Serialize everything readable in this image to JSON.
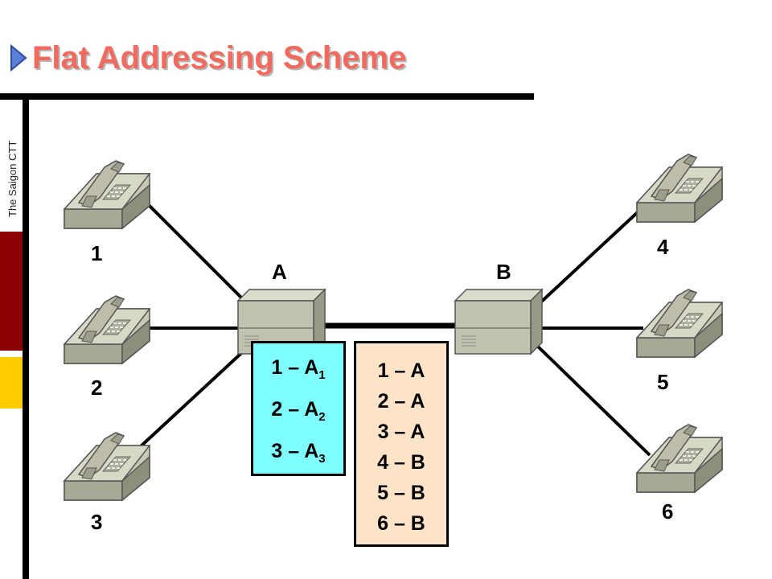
{
  "title": "Flat Addressing Scheme",
  "side_label": "The Saigon CTT",
  "phones": {
    "p1": "1",
    "p2": "2",
    "p3": "3",
    "p4": "4",
    "p5": "5",
    "p6": "6"
  },
  "switches": {
    "a": "A",
    "b": "B"
  },
  "table_a": [
    {
      "num": "1",
      "sep": " – ",
      "name": "A",
      "sub": "1"
    },
    {
      "num": "2",
      "sep": " – ",
      "name": "A",
      "sub": "2"
    },
    {
      "num": "3",
      "sep": " – ",
      "name": "A",
      "sub": "3"
    }
  ],
  "table_b": [
    "1 – A",
    "2 – A",
    "3 – A",
    "4 – B",
    "5 – B",
    "6 – B"
  ],
  "colors": {
    "title": "#f26a5e",
    "table_a_bg": "#7fffff",
    "table_b_bg": "#ffe4c8",
    "phone": "#c9c9b6"
  }
}
